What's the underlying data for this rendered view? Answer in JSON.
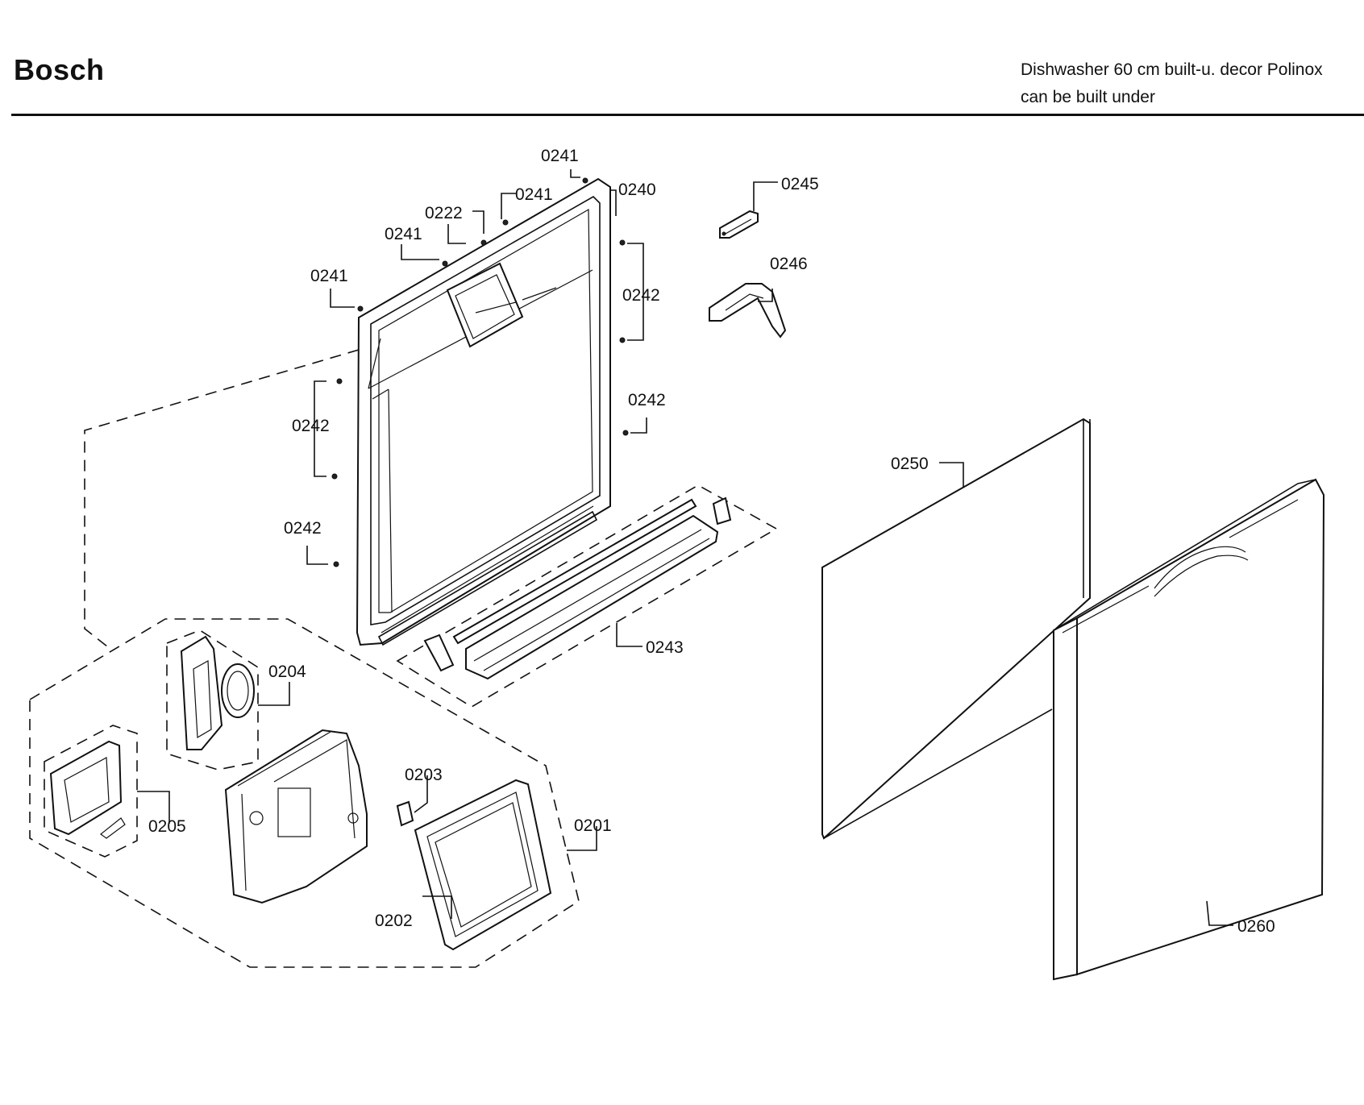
{
  "header": {
    "brand": "Bosch",
    "description_line1": "Dishwasher 60 cm built-u. decor Polinox",
    "description_line2": "can be built under"
  },
  "diagram": {
    "part_labels": {
      "p0241a": "0241",
      "p0240": "0240",
      "p0241b": "0241",
      "p0222": "0222",
      "p0241c": "0241",
      "p0241d": "0241",
      "p0242a": "0242",
      "p0242b": "0242",
      "p0242c": "0242",
      "p0242d": "0242",
      "p0245": "0245",
      "p0246": "0246",
      "p0243": "0243",
      "p0250": "0250",
      "p0260": "0260",
      "p0204": "0204",
      "p0205": "0205",
      "p0203": "0203",
      "p0201": "0201",
      "p0202": "0202"
    }
  }
}
